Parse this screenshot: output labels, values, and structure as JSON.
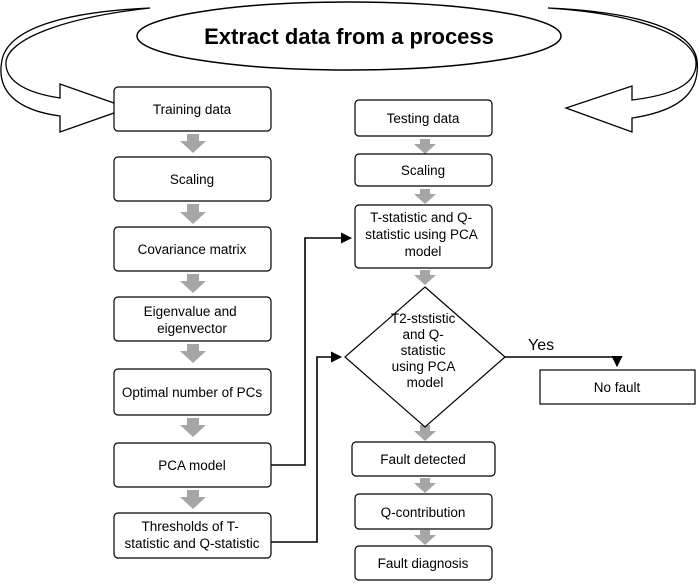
{
  "title": "Extract data from a process",
  "left_column": [
    "Training data",
    "Scaling",
    "Covariance matrix",
    "Eigenvalue and eigenvector",
    "Optimal number of PCs",
    "PCA model",
    "Thresholds of T-statistic and Q-statistic"
  ],
  "right_column": {
    "testing": "Testing data",
    "scaling": "Scaling",
    "statistic": "T-statistic and Q-statistic using PCA model",
    "decision": "T2-ststistic and Q-statistic using PCA model",
    "fault_detected": "Fault detected",
    "q_contribution": "Q-contribution",
    "fault_diagnosis": "Fault diagnosis"
  },
  "no_fault": "No fault",
  "yes_label": "Yes",
  "colors": {
    "block_arrow": "#a6a6a6",
    "stroke": "#000000",
    "fill": "#ffffff"
  }
}
